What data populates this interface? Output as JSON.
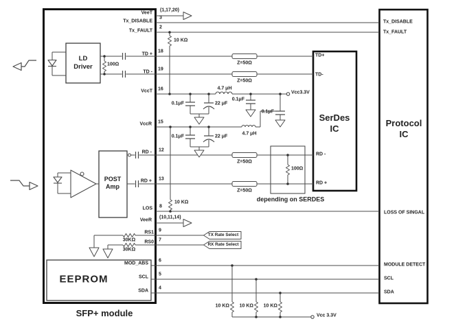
{
  "sfp": {
    "label": "SFP+ module",
    "pin_names": {
      "veet": "VeeT",
      "tx_disable": "Tx_DISABLE",
      "tx_fault": "Tx_FAULT",
      "td_p": "TD +",
      "td_n": "TD -",
      "vcct": "VccT",
      "vccr": "VccR",
      "rd_n": "RD -",
      "rd_p": "RD +",
      "los": "LOS",
      "veer": "VeeR",
      "rs1": "RS1",
      "rs0": "RS0",
      "mod_abs": "MOD_ABS",
      "scl": "SCL",
      "sda": "SDA"
    },
    "pin_numbers": {
      "tx_disable": "3",
      "tx_fault": "2",
      "td_p": "18",
      "td_n": "19",
      "vcct": "16",
      "vccr": "15",
      "rd_n": "12",
      "rd_p": "13",
      "los": "8",
      "rs1": "9",
      "rs0": "7",
      "mod_abs": "6",
      "scl": "5",
      "sda": "4"
    },
    "ground_refs": {
      "veet": "(1,17,20)",
      "veer": "(10,11,14)"
    }
  },
  "blocks": {
    "ld_driver": "LD\nDriver",
    "post_amp": "POST\nAmp",
    "eeprom": "EEPROM",
    "serdes": "SerDes\nIC",
    "protocol": "Protocol\nIC"
  },
  "serdes_pins": {
    "td_p": "TD+",
    "td_n": "TD-",
    "rd_n": "RD -",
    "rd_p": "RD +"
  },
  "protocol_pins": {
    "tx_disable": "Tx_DISABLE",
    "tx_fault": "Tx_FAULT",
    "los": "LOSS OF SINGAL",
    "module_detect": "MODULE DETECT",
    "scl": "SCL",
    "sda": "SDA"
  },
  "values": {
    "r_pullup_txfault": "10 KΩ",
    "r_pullup_los": "10 KΩ",
    "r_td_term": "100Ω",
    "r_rd_term": "100Ω",
    "r_rs1": "30KΩ",
    "r_rs0": "30KΩ",
    "r_i2c_1": "10 KΩ",
    "r_i2c_2": "10 KΩ",
    "r_i2c_3": "10 KΩ",
    "c_vcct_1": "0.1μF",
    "c_vcct_22": "22 μF",
    "c_vccr_1": "0.1μF",
    "c_vccr_22": "22 μF",
    "c_vcc_mid": "0.1μF",
    "c_vccr_filt": "0.1μF",
    "l_vcct": "4.7 μH",
    "l_vccr": "4.7 μH",
    "z50_td_p": "Z=50Ω",
    "z50_td_n": "Z=50Ω",
    "z50_rd_n": "Z=50Ω",
    "z50_rd_p": "Z=50Ω",
    "vcc_top": "Vcc3.3V",
    "vcc_bottom": "Vcc 3.3V"
  },
  "annotations": {
    "depending": "depending on SERDES",
    "tx_rate": "TX Rate Select",
    "rx_rate": "RX Rate Select"
  }
}
